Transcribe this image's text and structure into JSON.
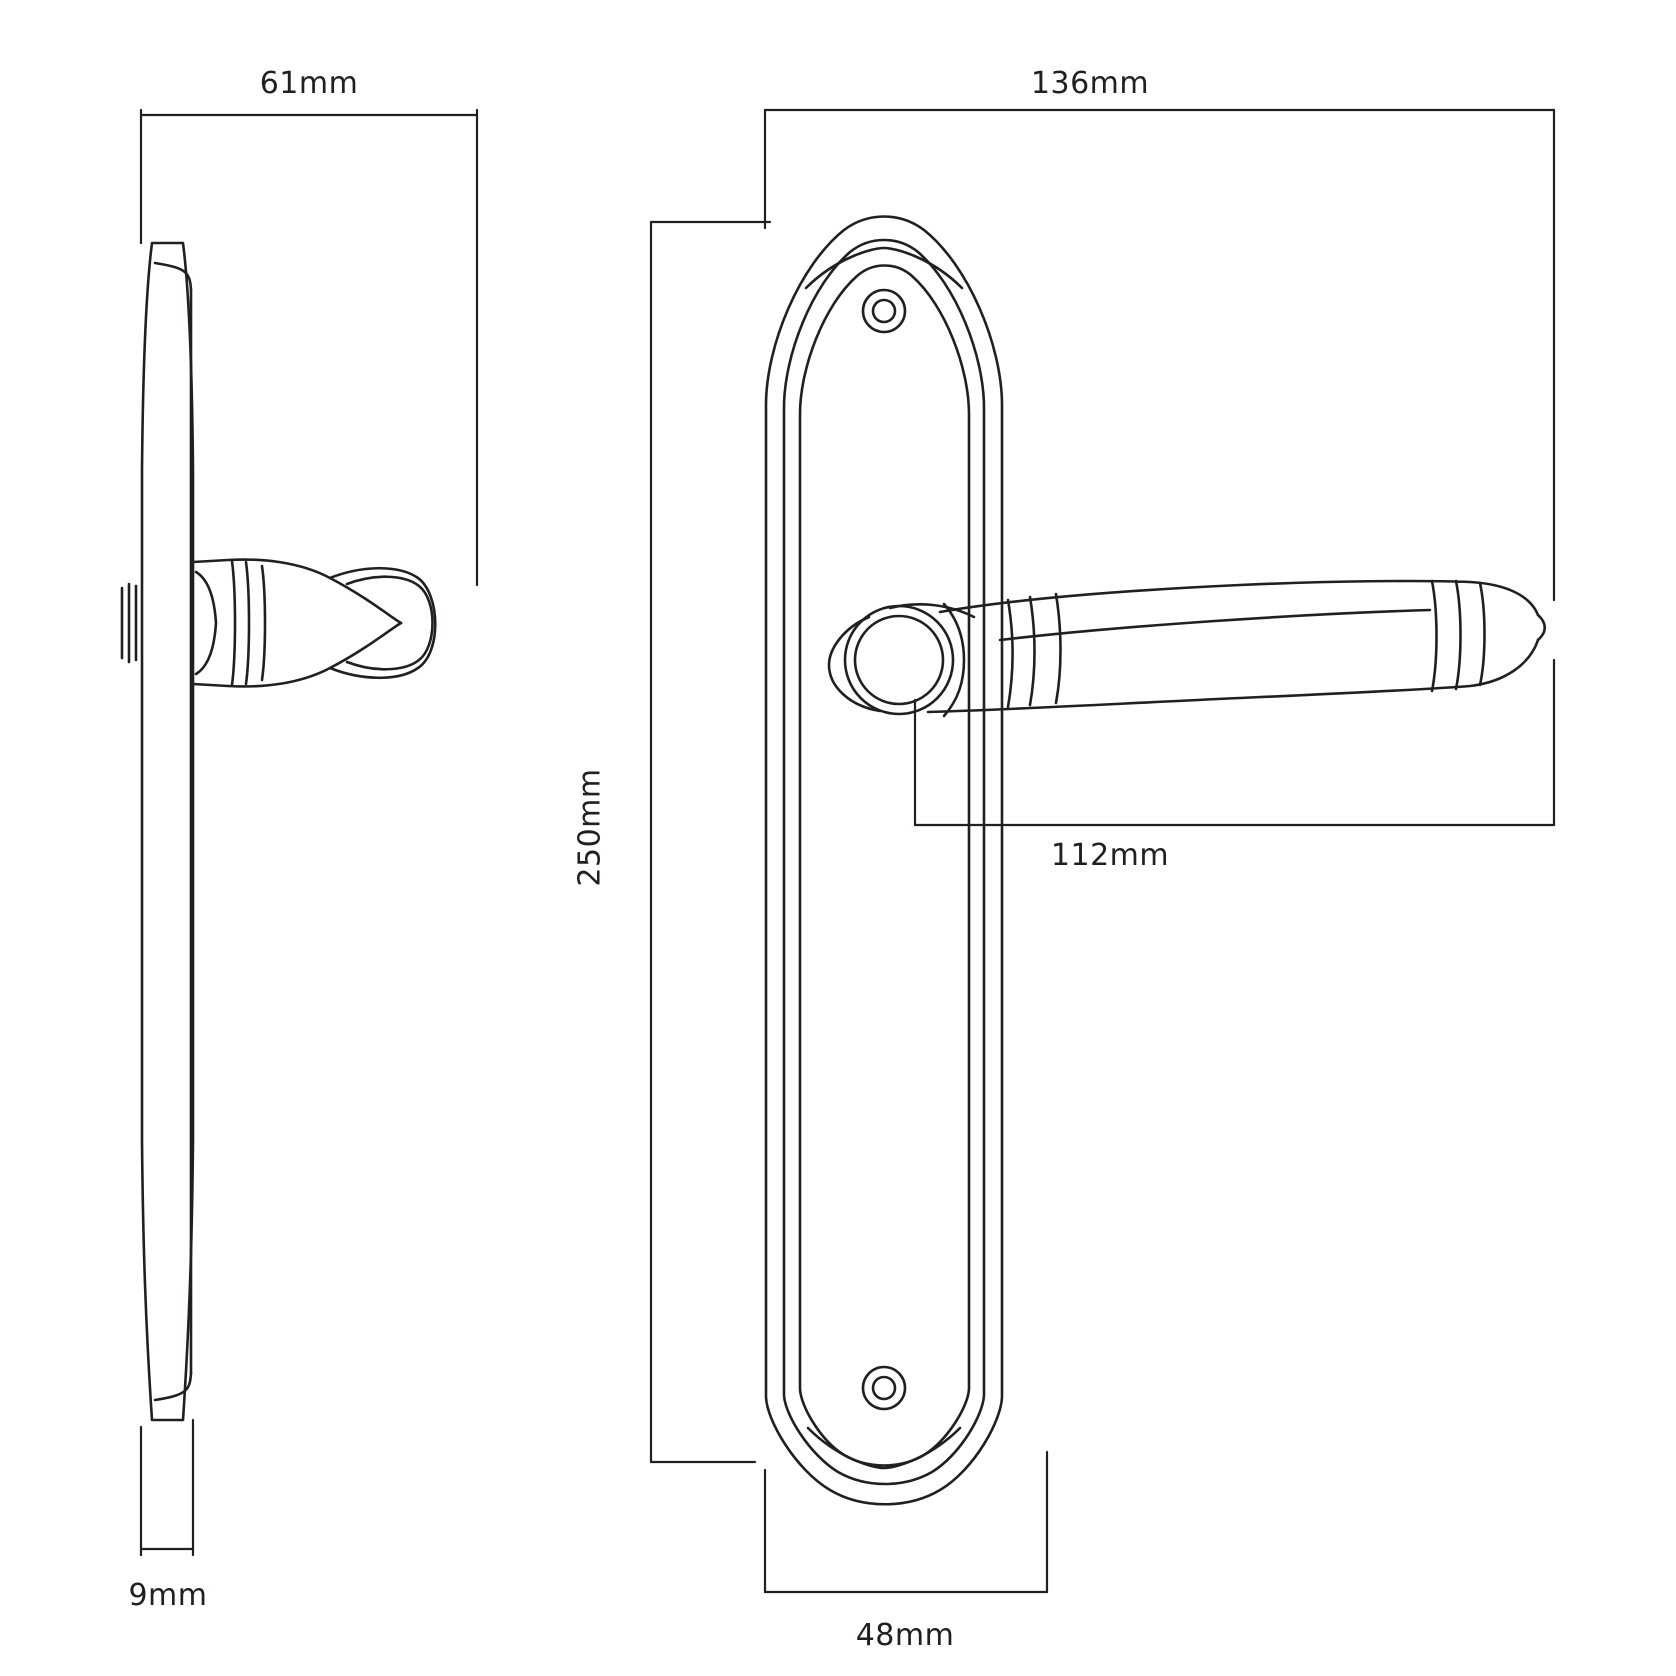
{
  "drawing": {
    "title": "Door handle on backplate — technical dimension drawing",
    "line_color": "#231f20",
    "background_color": "#ffffff",
    "views": [
      {
        "name": "side-elevation-view",
        "position": "left"
      },
      {
        "name": "front-elevation-view",
        "position": "right"
      }
    ]
  },
  "dimensions": {
    "plate_width_top": "61mm",
    "plate_thickness": "9mm",
    "handle_projection": "136mm",
    "handle_length": "112mm",
    "plate_height": "250mm",
    "plate_width_bottom": "48mm"
  }
}
